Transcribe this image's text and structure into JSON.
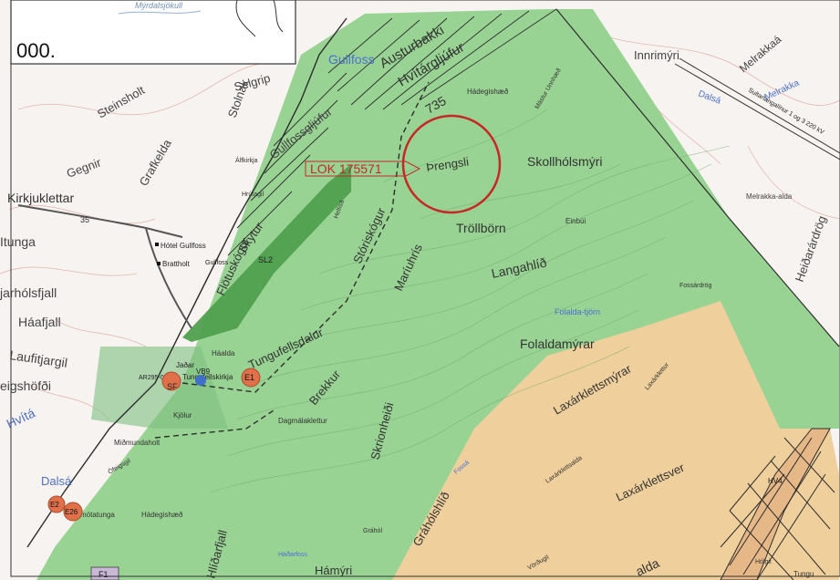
{
  "scale_fragment": "000.",
  "map_labels": {
    "myrdalsjokull": "Mýrdalsjökull",
    "gullfoss": "Gullfoss",
    "selgrip": "Selgrip",
    "stolnak": "Stolnak",
    "steinsholt": "Steinsholt",
    "grafkelda": "Grafkelda",
    "gegnir": "Gegnir",
    "kirkjuklettar": "Kirkjuklettar",
    "road_number": "35",
    "tunga": "Itunga",
    "hotel_gullfoss": "Hótel Gullfoss",
    "bratthollt": "Brattholt",
    "jarholsfjall": "jarhólsfjall",
    "haafjall": "Háafjall",
    "laufitjargil": "Laufitjargil",
    "eigshofdi": "eigshöfði",
    "hvita": "Hvítá",
    "dalsa_left": "Dalsá",
    "gullfossgljufur": "Gullfossgljúfur",
    "austurbakki": "Austurbakki",
    "hvitargljufur": "Hvítárgljúfur",
    "contour_735": "735",
    "hadegishaed_top": "Hádegishæð",
    "mardalur": "Mástur Unnhæð",
    "lok_marker": "LOK 175571",
    "threngsli": "Þrengsli",
    "skollholsmyri": "Skollhólsmýri",
    "trollborn": "Tröllbörn",
    "einbui": "Einbúi",
    "langahlid": "Langahlíð",
    "folalda_tjorn": "Folalda-tjörn",
    "folaldamyrar": "Folaldamýrar",
    "fossardrog": "Fossárdrög",
    "innrimyri": "Innrimýri",
    "melrakkaa": "Melrakkaá",
    "melrakka_top": "Melrakka",
    "dalsa_right": "Dalsá",
    "power_line": "Sultartangalínur 1 og 3 220 kV",
    "melrakka_alda": "Melrakka-alda",
    "heidarardrog": "Heiðarárdrög",
    "alfkirkja": "Álfkirkja",
    "hrutagil": "Hrútagil",
    "hellisa": "Hellisá",
    "skytur": "Skytur",
    "flotaskogur": "Flötuskógur",
    "storiskogur": "Stóriskógur",
    "mariuhris": "Maríuhrís",
    "sl2": "SL2",
    "haalda": "Háalda",
    "tungufellsdalur": "Tungufellsdalur",
    "brekkur": "Brekkur",
    "skrionheidi": "Skrionheiði",
    "dagmalaklettur": "Dagmálaklettur",
    "kjolur": "Kjölur",
    "midmundaholt": "Miðmundaholt",
    "hadegishaed_bottom": "Hádegishæð",
    "jadar": "Jaðar",
    "tungufellskirkja": "Tungufellskirkja",
    "ar_label": "AR295-06",
    "vb9": "VB9",
    "e1": "E1",
    "sf": "SF",
    "e2": "E2",
    "e26": "E26",
    "f1": "F1",
    "hv4": "HV4",
    "gullfoss_small": "Gullfoss",
    "ofeigsgil": "Ófeigsgil",
    "laxarklettsmyrar": "Laxárklettsmýrar",
    "laxarklettur": "Laxárklettur",
    "laxarklettsver": "Laxárklettsver",
    "laxarklettsalda": "Laxárklettsalda",
    "grahoslhlid": "Gráhólshlíð",
    "fossa": "Fossá",
    "hamyri": "Hámýri",
    "hadarfoss": "Háðarfoss",
    "grahol": "Gráhól",
    "hlidarfjall": "Hlíðarfjall",
    "vordugil": "Vörðugil",
    "alda": "alda",
    "tungu": "Tungu",
    "armotatunga": "Ármótatunga",
    "bottom_right_small": "Hólgil"
  },
  "colors": {
    "green_area": "#8fcf8a",
    "dark_green": "#4fa04f",
    "tan_area": "#efcf9c",
    "boundary": "#2d2d2d",
    "marker_red": "#c62828",
    "point_orange": "#e0704a",
    "point_blue": "#3f6fc8"
  }
}
